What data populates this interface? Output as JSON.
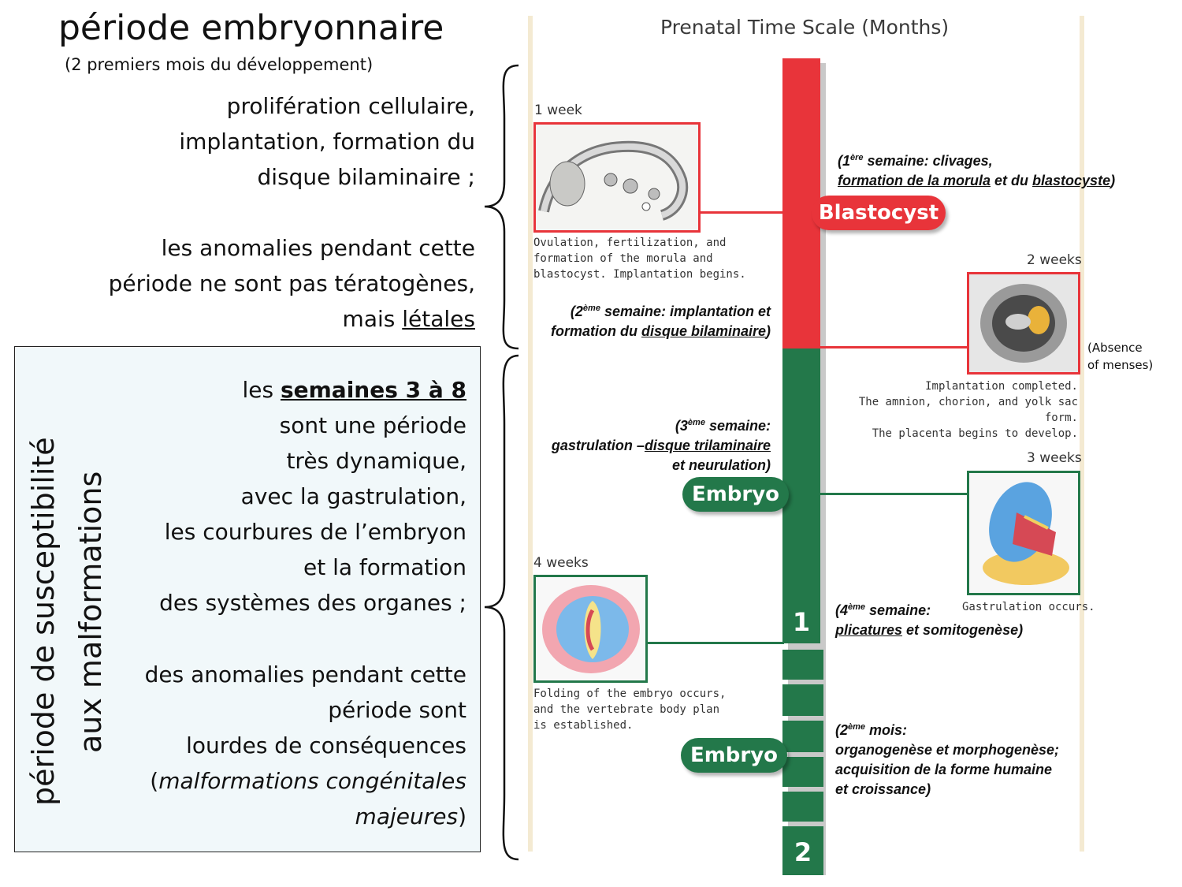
{
  "left": {
    "title": "période embryonnaire",
    "subtitle": "(2 premiers mois du développement)",
    "block1": [
      "prolifération cellulaire,",
      "implantation, formation du",
      "disque bilaminaire ;"
    ],
    "block2_l1": "les anomalies pendant cette",
    "block2_l2": "période ne sont pas tératogènes,",
    "block2_l3a": "mais ",
    "block2_l3b": "létales",
    "box": {
      "vertical_line1": "période de susceptibilité",
      "vertical_line2": "aux malformations",
      "b3_l1a": "les ",
      "b3_l1b": "semaines 3 à 8",
      "b3_lines": [
        "sont une période",
        "très dynamique,",
        "avec la gastrulation,",
        "les courbures de l’embryon",
        "et la formation",
        "des systèmes des organes ;"
      ],
      "b4_lines": [
        "des anomalies pendant cette",
        "période sont",
        "lourdes de conséquences"
      ],
      "b4_l4a": "(",
      "b4_l4b": "malformations congénitales",
      "b4_l5a": "majeures",
      "b4_l5b": ")"
    }
  },
  "diagram": {
    "scale_title": "Prenatal Time Scale (Months)",
    "colors": {
      "red": "#e8343a",
      "green": "#23784a"
    },
    "week1": {
      "label": "1 week",
      "caption": [
        "Ovulation, fertilization, and",
        "formation of the morula and",
        "blastocyst. Implantation begins."
      ]
    },
    "week2": {
      "label": "2 weeks",
      "caption": [
        "Implantation completed.",
        "The amnion, chorion, and yolk sac form.",
        "The placenta begins to develop."
      ]
    },
    "week3": {
      "label": "3 weeks",
      "caption": "Gastrulation occurs."
    },
    "week4": {
      "label": "4 weeks",
      "caption": [
        "Folding of the embryo occurs,",
        "and the vertebrate body plan",
        "is established."
      ]
    },
    "pills": {
      "blastocyst": "Blastocyst",
      "embryo1": "Embryo",
      "embryo2": "Embryo"
    },
    "months": {
      "m1": "1",
      "m2": "2"
    },
    "absence": [
      "(Absence",
      "of menses)"
    ],
    "notes": {
      "n1_a": "(1",
      "n1_sup": "ère",
      "n1_b": " semaine: clivages,",
      "n1_c": "formation de la morula",
      "n1_d": " et du ",
      "n1_e": "blastocyste",
      "n1_f": ")",
      "n2_a": "(2",
      "n2_sup": "ème",
      "n2_b": " semaine: implantation et",
      "n2_c": "formation du ",
      "n2_d": "disque bilaminaire",
      "n2_e": ")",
      "n3_a": "(3",
      "n3_sup": "ème",
      "n3_b": " semaine:",
      "n3_c": "gastrulation –",
      "n3_d": "disque trilaminaire",
      "n3_e": "et neurulation)",
      "n4_a": "(4",
      "n4_sup": "ème",
      "n4_b": " semaine:",
      "n4_c": "plicatures",
      "n4_d": " et somitogenèse)",
      "n5_a": "(2",
      "n5_sup": "ème",
      "n5_b": " mois:",
      "n5_c": "organogenèse et morphogenèse;",
      "n5_d": "acquisition de la forme humaine",
      "n5_e": "et croissance)"
    }
  }
}
